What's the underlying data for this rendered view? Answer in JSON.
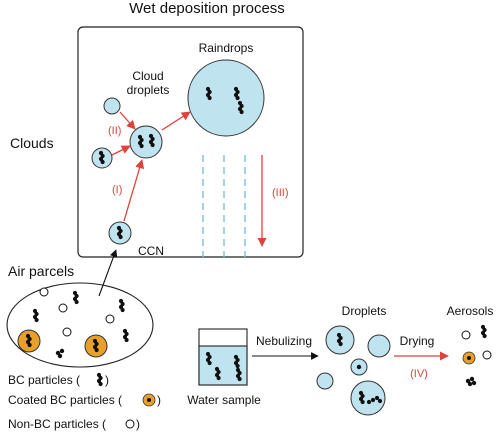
{
  "title": "Wet deposition process",
  "clouds_label": "Clouds",
  "cloud_droplets_label_line1": "Cloud",
  "cloud_droplets_label_line2": "droplets",
  "raindrops_label": "Raindrops",
  "ccn_label": "CCN",
  "step_1": "(I)",
  "step_2": "(II)",
  "step_3": "(III)",
  "step_4": "(IV)",
  "air_parcels_label": "Air parcels",
  "legend": {
    "bc": "BC particles (",
    "coated": "Coated BC particles (",
    "nonbc": "Non-BC particles (",
    "close": ")"
  },
  "water_sample_label": "Water sample",
  "nebulizing_label": "Nebulizing",
  "droplets_label": "Droplets",
  "drying_label": "Drying",
  "aerosols_label": "Aerosols",
  "colors": {
    "droplet_fill": "#bfe3ef",
    "coating": "#e9a02a",
    "arrow_red": "#e0413a",
    "rain_dash": "#6fb8de",
    "particle": "#111111"
  }
}
